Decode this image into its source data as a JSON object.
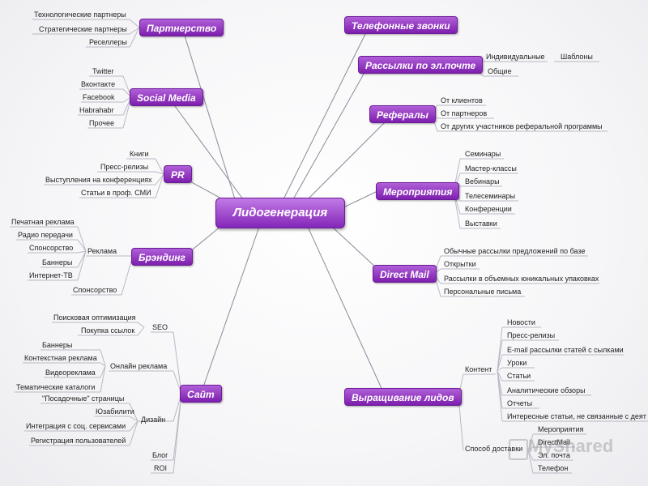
{
  "center": "Лидогенерация",
  "left": {
    "partnership": {
      "label": "Партнерство",
      "items": [
        "Технологические партнеры",
        "Стратегические партнеры",
        "Реселлеры"
      ]
    },
    "social": {
      "label": "Social Media",
      "items": [
        "Twitter",
        "Вконтакте",
        "Facebook",
        "Habrahabr",
        "Прочее"
      ]
    },
    "pr": {
      "label": "PR",
      "items": [
        "Книги",
        "Пресс-релизы",
        "Выступления на конференциях",
        "Статьи в проф. СМИ"
      ]
    },
    "branding": {
      "label": "Брэндинг",
      "reklama": "Реклама",
      "reklama_items": [
        "Печатная реклама",
        "Радио передачи",
        "Спонсорство",
        "Баннеры",
        "Интернет-ТВ"
      ],
      "items": [
        "Спонсорство"
      ]
    },
    "site": {
      "label": "Сайт",
      "seo": "SEO",
      "seo_items": [
        "Поисковая оптимизация",
        "Покупка ссылок"
      ],
      "online": "Онлайн реклама",
      "online_items": [
        "Баннеры",
        "Контекстная реклама",
        "Видеореклама",
        "Тематические каталоги"
      ],
      "design": "Дизайн",
      "design_items": [
        "\"Посадочные\" страницы",
        "Юзабилити",
        "Интеграция с соц. сервисами",
        "Регистрация пользователей"
      ],
      "items": [
        "Блог",
        "ROI"
      ]
    }
  },
  "right": {
    "phone": {
      "label": "Телефонные звонки"
    },
    "email": {
      "label": "Рассылки по эл.почте",
      "items": [
        "Индивидуальные",
        "Общие"
      ],
      "sub": "Шаблоны"
    },
    "referrals": {
      "label": "Рефералы",
      "items": [
        "От клиентов",
        "От партнеров",
        "От других участников реферальной программы"
      ]
    },
    "events": {
      "label": "Мероприятия",
      "items": [
        "Семинары",
        "Мастер-классы",
        "Вебинары",
        "Телесеминары",
        "Конференции",
        "Выставки"
      ]
    },
    "direct": {
      "label": "Direct Mail",
      "items": [
        "Обычные рассылки предложений по базе",
        "Открытки",
        "Рассылки в объемных юникальных упаковках",
        "Персональные письма"
      ]
    },
    "nurture": {
      "label": "Выращивание лидов",
      "content": "Контент",
      "content_items": [
        "Новости",
        "Пресс-релизы",
        "E-mail рассылки статей с сылками",
        "Уроки",
        "Статьи",
        "Аналитические обзоры",
        "Отчеты",
        "Интересные статьи, не связанные с деятельностью компании"
      ],
      "method": "Способ доставки",
      "method_items": [
        "Мероприятия",
        "DirectMail",
        "Эл. почта",
        "Телефон"
      ]
    }
  },
  "watermark": "MyShared",
  "colors": {
    "node_top": "#b05fd8",
    "node_bottom": "#7d1fae",
    "line": "#8a8a9a"
  }
}
